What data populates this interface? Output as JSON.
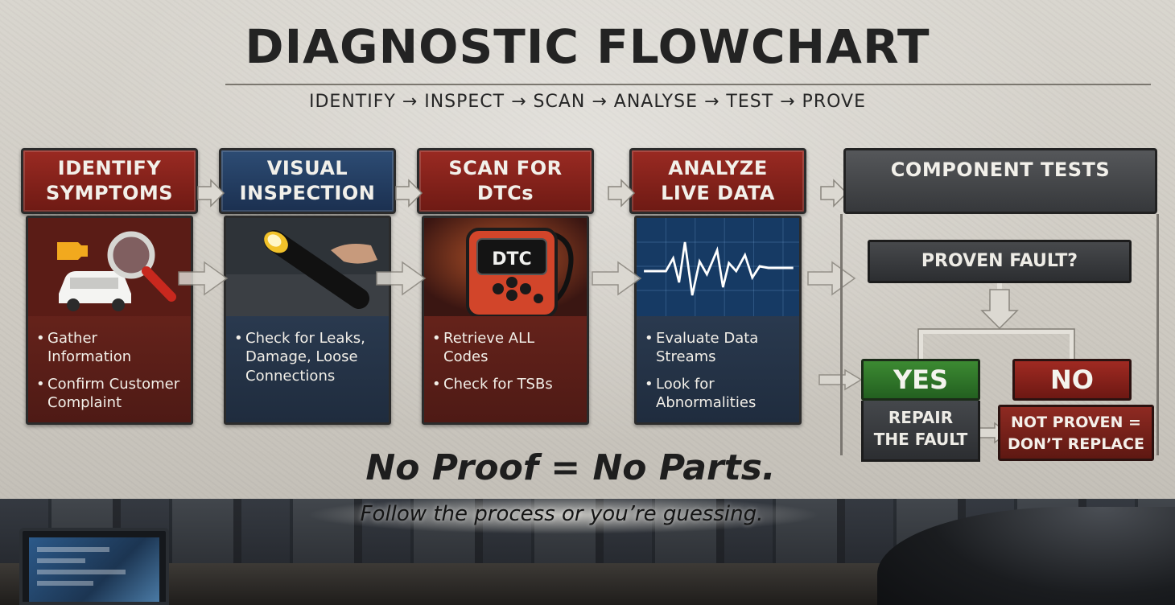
{
  "title": "DIAGNOSTIC FLOWCHART",
  "subtitle": "IDENTIFY → INSPECT → SCAN → ANALYSE → TEST → PROVE",
  "steps": [
    {
      "heading_line1": "IDENTIFY",
      "heading_line2": "SYMPTOMS",
      "bullets": [
        "Gather Information",
        "Confirm Customer Complaint"
      ]
    },
    {
      "heading_line1": "VISUAL",
      "heading_line2": "INSPECTION",
      "bullets": [
        "Check for Leaks, Damage, Loose Connections"
      ]
    },
    {
      "heading_line1": "SCAN FOR",
      "heading_line2": "DTCs",
      "device_label": "DTC",
      "bullets": [
        "Retrieve ALL Codes",
        "Check for TSBs"
      ]
    },
    {
      "heading_line1": "ANALYZE",
      "heading_line2": "LIVE DATA",
      "bullets": [
        "Evaluate Data Streams",
        "Look for Abnormalities"
      ]
    }
  ],
  "component_tests": {
    "heading": "COMPONENT TESTS",
    "question": "PROVEN FAULT?",
    "yes": "YES",
    "yes_action_line1": "REPAIR",
    "yes_action_line2": "THE FAULT",
    "no": "NO",
    "no_action_line1": "NOT PROVEN =",
    "no_action_line2": "DON’T REPLACE"
  },
  "tagline": "No Proof = No Parts.",
  "tagline_sub": "Follow the process or you’re guessing.",
  "colors": {
    "red": "#9a2a22",
    "blue": "#2d4c74",
    "grey": "#47494c",
    "green": "#3c8a32"
  },
  "icons": [
    "check-engine-icon",
    "car-icon",
    "magnifier-icon",
    "flashlight-icon",
    "scan-tool-icon",
    "ecg-waveform-icon"
  ]
}
